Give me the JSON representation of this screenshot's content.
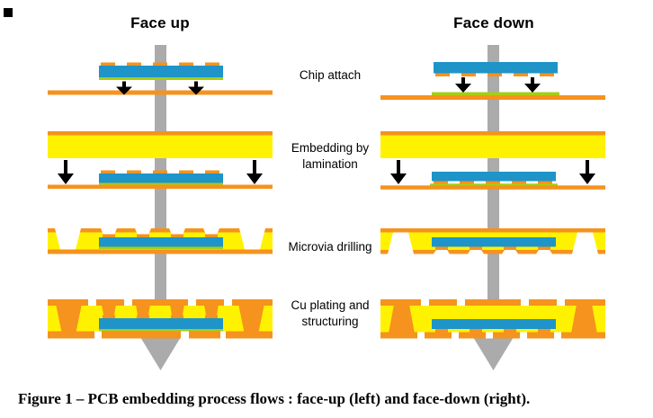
{
  "figure": {
    "left_column_title": "Face up",
    "right_column_title": "Face down",
    "caption": "Figure 1 – PCB embedding process flows : face-up (left) and face-down (right)."
  },
  "step_labels": {
    "chip_attach": "Chip attach",
    "embedding": "Embedding by\nlamination",
    "microvia": "Microvia drilling",
    "cu_plating": "Cu plating and\nstructuring"
  },
  "colors": {
    "copper": "#F6921E",
    "prepreg": "#FFF200",
    "chip": "#1E94C8",
    "adhesive": "#A6CE13",
    "flow": "#ABABAB",
    "ink": "#000000"
  }
}
